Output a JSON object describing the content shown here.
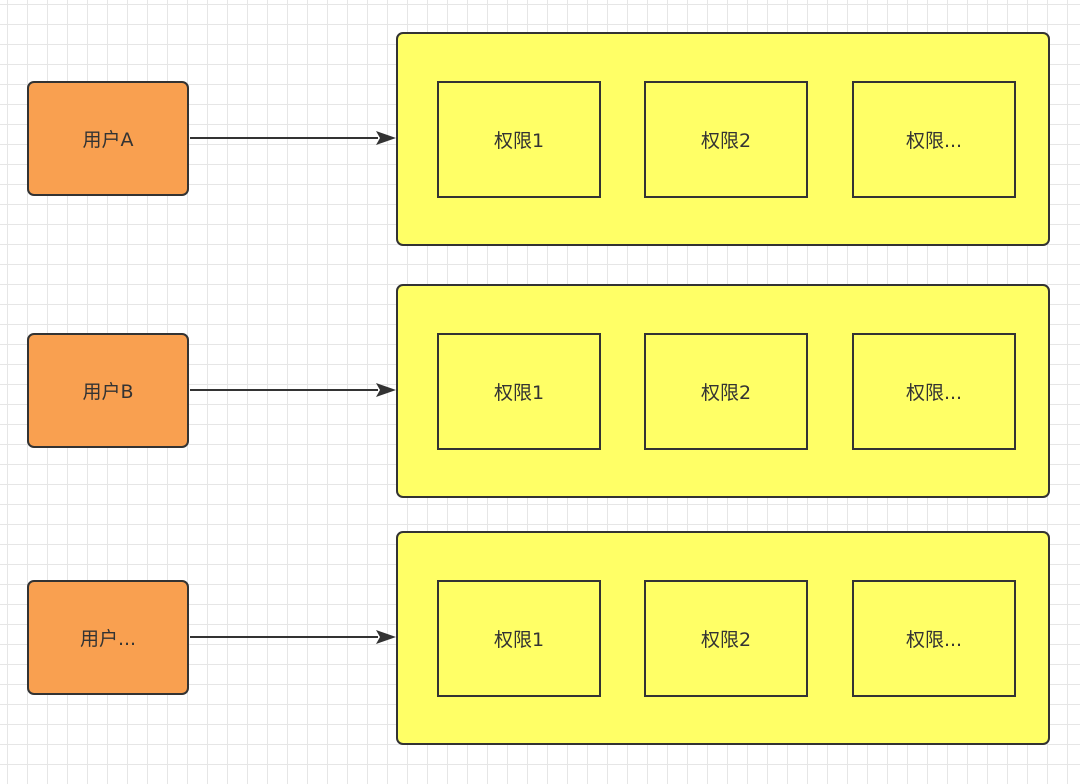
{
  "rows": [
    {
      "user": "用户A",
      "permissions": [
        "权限1",
        "权限2",
        "权限..."
      ]
    },
    {
      "user": "用户B",
      "permissions": [
        "权限1",
        "权限2",
        "权限..."
      ]
    },
    {
      "user": "用户...",
      "permissions": [
        "权限1",
        "权限2",
        "权限..."
      ]
    }
  ],
  "colors": {
    "user_fill": "#f9a050",
    "permission_fill": "#ffff66",
    "stroke": "#333333",
    "grid": "#e6e6e6"
  }
}
